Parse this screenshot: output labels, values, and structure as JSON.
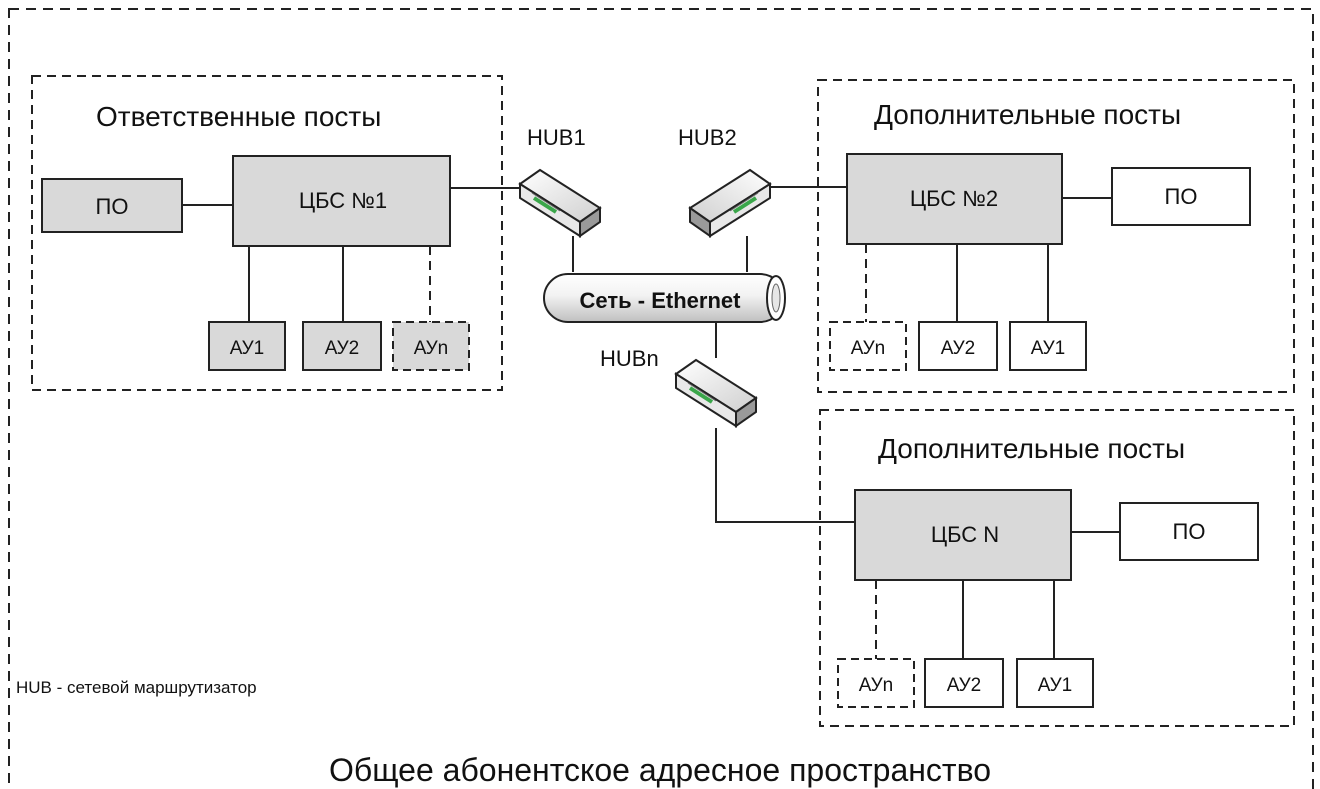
{
  "outer": {
    "caption": "Общее абонентское адресное пространство"
  },
  "legend": {
    "text": "HUB -  сетевой маршрутизатор"
  },
  "network": {
    "label": "Сеть - Ethernet"
  },
  "hubs": {
    "hub1": "HUB1",
    "hub2": "HUB2",
    "hubn": "HUBn"
  },
  "group_left": {
    "title": "Ответственные посты",
    "po": "ПО",
    "cbs": "ЦБС №1",
    "devices": [
      "АУ1",
      "АУ2",
      "АУn"
    ]
  },
  "group_top_right": {
    "title": "Дополнительные посты",
    "po": "ПО",
    "cbs": "ЦБС №2",
    "devices": [
      "АУn",
      "АУ2",
      "АУ1"
    ]
  },
  "group_bottom_right": {
    "title": "Дополнительные посты",
    "po": "ПО",
    "cbs": "ЦБС N",
    "devices": [
      "АУn",
      "АУ2",
      "АУ1"
    ]
  },
  "colors": {
    "gray_fill": "#d9d9d9",
    "white_fill": "#ffffff",
    "line": "#222222",
    "hub_led": "#3aa64a"
  }
}
